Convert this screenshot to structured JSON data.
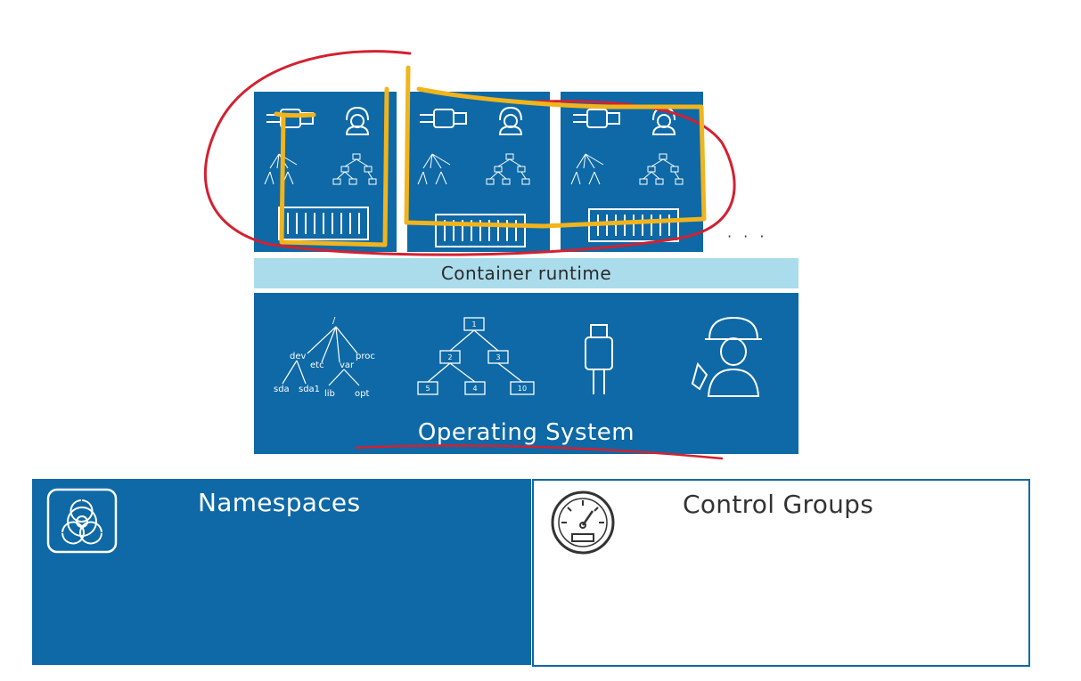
{
  "os_tree": {
    "root": "/",
    "dev": "dev",
    "etc": "etc",
    "var": "var",
    "proc": "proc",
    "sda": "sda",
    "sda1": "sda1",
    "lib": "lib",
    "opt": "opt"
  },
  "os_process_tree": {
    "n1": "1",
    "n2": "2",
    "n3": "3",
    "n5": "5",
    "n4": "4",
    "n10": "10"
  },
  "container_runtime": "Container runtime",
  "operating_system": "Operating System",
  "namespaces": "Namespaces",
  "control_groups": "Control Groups",
  "more_indicator": "· · ·",
  "icons": {
    "plug": "plug-icon",
    "worker": "worker-icon",
    "biohazard": "biohazard-icon",
    "gauge": "gauge-icon",
    "shipping_container": "shipping-container-icon",
    "filesystem_tree": "filesystem-tree-icon",
    "process_tree": "process-tree-icon"
  },
  "colors": {
    "primary_blue": "#0e69a6",
    "runtime_light_blue": "#abdcec",
    "annotation_red": "#d42030",
    "annotation_yellow": "#f1b41c"
  }
}
